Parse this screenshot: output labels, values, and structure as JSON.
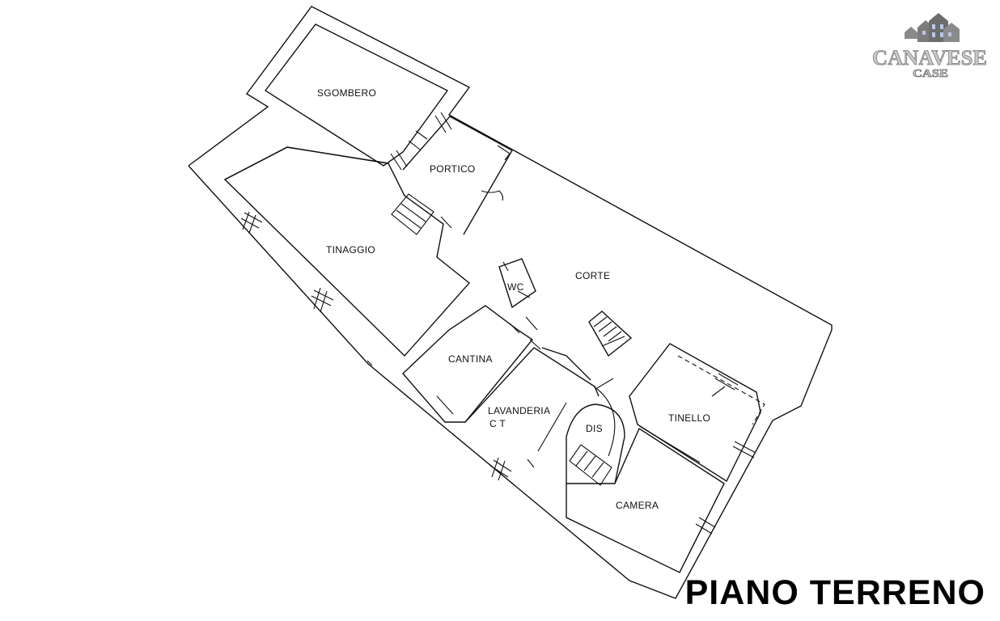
{
  "logo": {
    "line1": "CANAVESE",
    "line2": "CASE"
  },
  "floor_title": "PIANO TERRENO",
  "rooms": {
    "sgombero": "SGOMBERO",
    "portico": "PORTICO",
    "tinaggio": "TINAGGIO",
    "corte": "CORTE",
    "wc": "WC",
    "cantina": "CANTINA",
    "lavanderia": "LAVANDERIA",
    "lavanderia_ct": "C T",
    "dis": "DIS",
    "tinello": "TINELLO",
    "camera": "CAMERA"
  }
}
